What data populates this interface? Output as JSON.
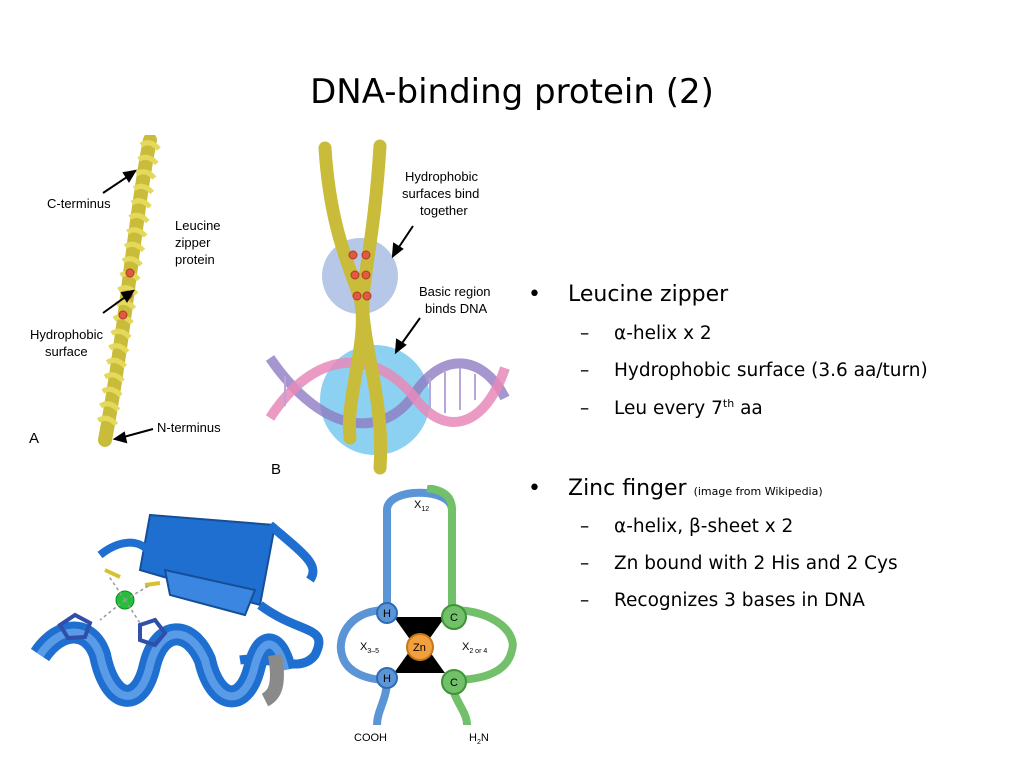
{
  "slide": {
    "title": "DNA-binding protein (2)"
  },
  "figure_a": {
    "c_terminus": "C-terminus",
    "protein_label_1": "Leucine",
    "protein_label_2": "zipper",
    "protein_label_3": "protein",
    "hydro_1": "Hydrophobic",
    "hydro_2": "surface",
    "n_terminus": "N-terminus",
    "panel": "A"
  },
  "figure_b": {
    "hb_1": "Hydrophobic",
    "hb_2": "surfaces bind",
    "hb_3": "together",
    "br_1": "Basic region",
    "br_2": "binds DNA",
    "panel": "B"
  },
  "zinc_diagram": {
    "x12": "X",
    "x12_sub": "12",
    "x35": "X",
    "x35_sub": "3–5",
    "x24": "X",
    "x24_sub": "2 or 4",
    "his_label": "H",
    "cys_label": "C",
    "zn": "Zn",
    "cooh": "COOH",
    "h2n_h": "H",
    "h2n_sub": "2",
    "h2n_n": "N"
  },
  "bullets": [
    {
      "label": "Leucine zipper",
      "sub": [
        "α-helix x 2",
        "Hydrophobic surface (3.6 aa/turn)",
        {
          "pre": "Leu every 7",
          "sup": "th",
          "post": " aa"
        }
      ]
    },
    {
      "label": "Zinc finger",
      "note": "(image from Wikipedia)",
      "sub": [
        "α-helix, β-sheet x 2",
        "Zn bound with 2 His and 2 Cys",
        "Recognizes 3 bases in DNA"
      ]
    }
  ],
  "colors": {
    "helix": "#d8cc4a",
    "ribbon": "#1f6fd1",
    "his_blue": "#5b95d6",
    "cys_green": "#72c06a",
    "zinc_orange": "#f2a03d"
  }
}
